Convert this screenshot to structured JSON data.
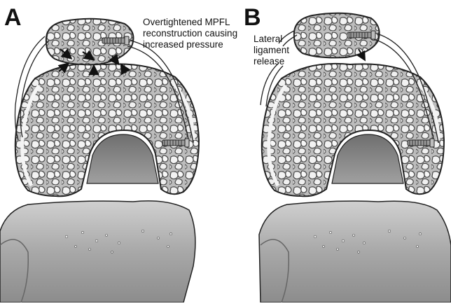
{
  "panels": [
    {
      "letter": "A",
      "annotation": "Overtightened MPFL\nreconstruction causing\nincreased pressure"
    },
    {
      "letter": "B",
      "annotation": "Lateral\nligament\nrelease"
    }
  ],
  "colors": {
    "bone_fill": "#b9b9b9",
    "bone_dark": "#5a5a5a",
    "cortex": "#efefef",
    "notch": "#8a8a8a",
    "tibia": "#a9a9a9",
    "outline": "#222222",
    "screw": "#9a9a9a"
  },
  "icons": [
    "arrow-icon",
    "screw-icon"
  ]
}
